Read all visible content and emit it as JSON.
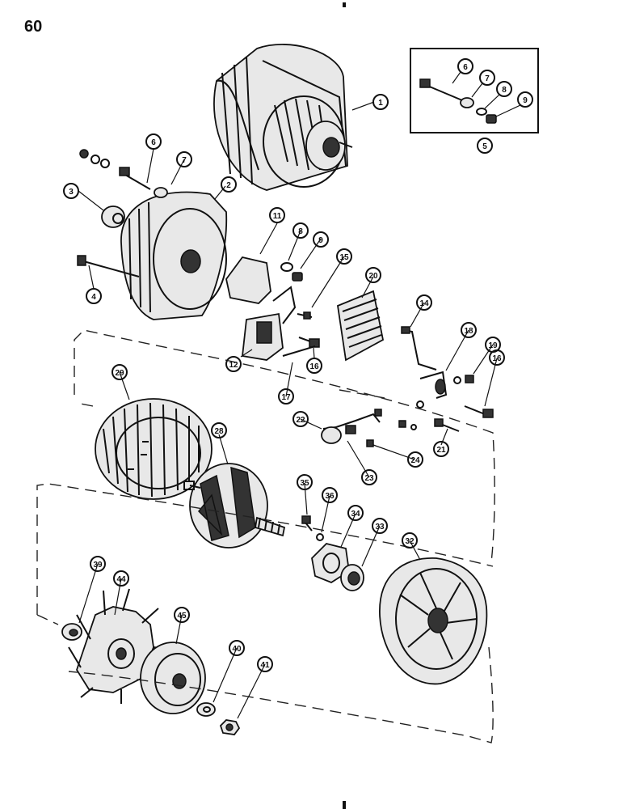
{
  "page": {
    "number": "60"
  },
  "callouts": [
    "1",
    "2",
    "3",
    "4",
    "5",
    "6",
    "7",
    "8",
    "9",
    "11",
    "12",
    "14",
    "15",
    "16",
    "17",
    "18",
    "19",
    "20",
    "21",
    "22",
    "23",
    "24",
    "28",
    "29",
    "32",
    "33",
    "34",
    "35",
    "36",
    "39",
    "40",
    "41",
    "44",
    "45"
  ],
  "inset_callouts": [
    "6",
    "7",
    "8",
    "9"
  ],
  "colors": {
    "ink": "#111111",
    "paper": "#ffffff"
  }
}
